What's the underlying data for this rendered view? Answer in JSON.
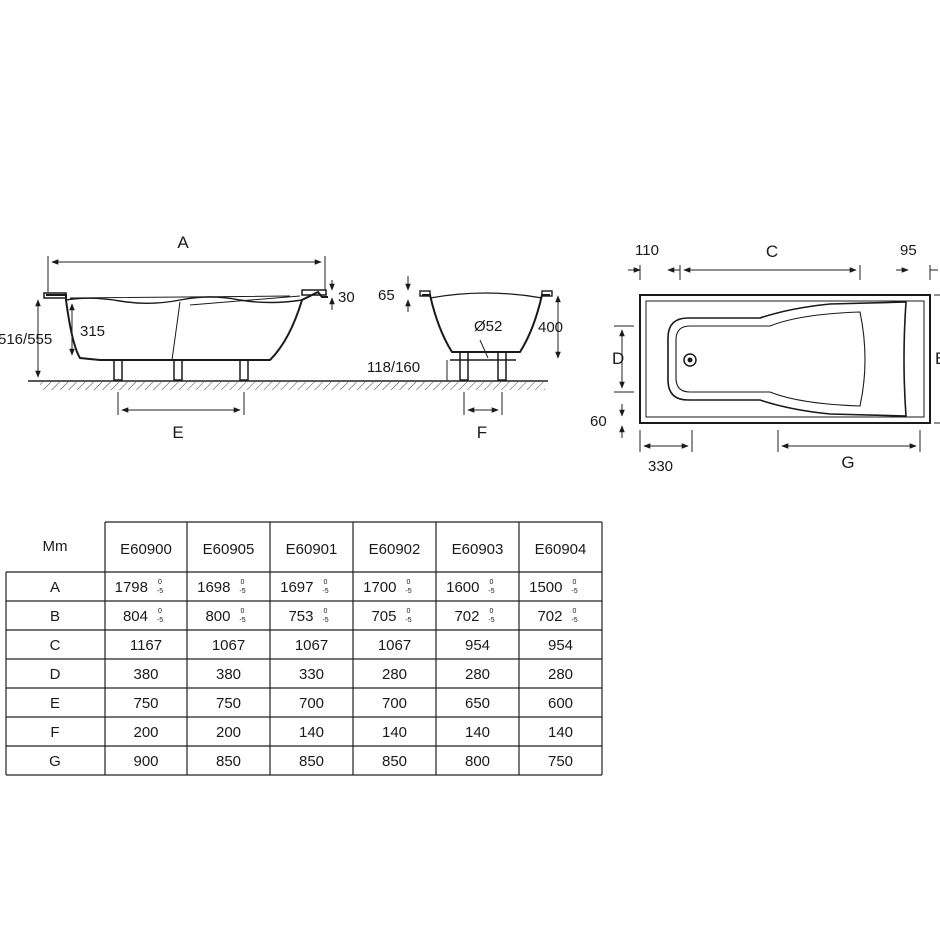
{
  "drawing": {
    "side_view": {
      "label_a": "A",
      "label_e": "E",
      "dim_30": "30",
      "dim_315": "315",
      "dim_height": "516/555"
    },
    "end_view": {
      "label_f": "F",
      "dim_65": "65",
      "dim_400": "400",
      "dim_drain": "Ø52",
      "dim_legs": "118/160"
    },
    "top_view": {
      "label_c": "C",
      "label_d": "D",
      "label_g": "G",
      "label_b": "B",
      "dim_110": "110",
      "dim_95": "95",
      "dim_60": "60",
      "dim_330": "330"
    }
  },
  "table": {
    "corner": "Mm",
    "columns": [
      "E60900",
      "E60905",
      "E60901",
      "E60902",
      "E60903",
      "E60904"
    ],
    "tolerance_top": "0",
    "tolerance_bottom": "-5",
    "rows": [
      {
        "label": "A",
        "values": [
          "1798",
          "1698",
          "1697",
          "1700",
          "1600",
          "1500"
        ],
        "tol": true
      },
      {
        "label": "B",
        "values": [
          "804",
          "800",
          "753",
          "705",
          "702",
          "702"
        ],
        "tol": true
      },
      {
        "label": "C",
        "values": [
          "1167",
          "1067",
          "1067",
          "1067",
          "954",
          "954"
        ],
        "tol": false
      },
      {
        "label": "D",
        "values": [
          "380",
          "380",
          "330",
          "280",
          "280",
          "280"
        ],
        "tol": false
      },
      {
        "label": "E",
        "values": [
          "750",
          "750",
          "700",
          "700",
          "650",
          "600"
        ],
        "tol": false
      },
      {
        "label": "F",
        "values": [
          "200",
          "200",
          "140",
          "140",
          "140",
          "140"
        ],
        "tol": false
      },
      {
        "label": "G",
        "values": [
          "900",
          "850",
          "850",
          "850",
          "800",
          "750"
        ],
        "tol": false
      }
    ]
  }
}
